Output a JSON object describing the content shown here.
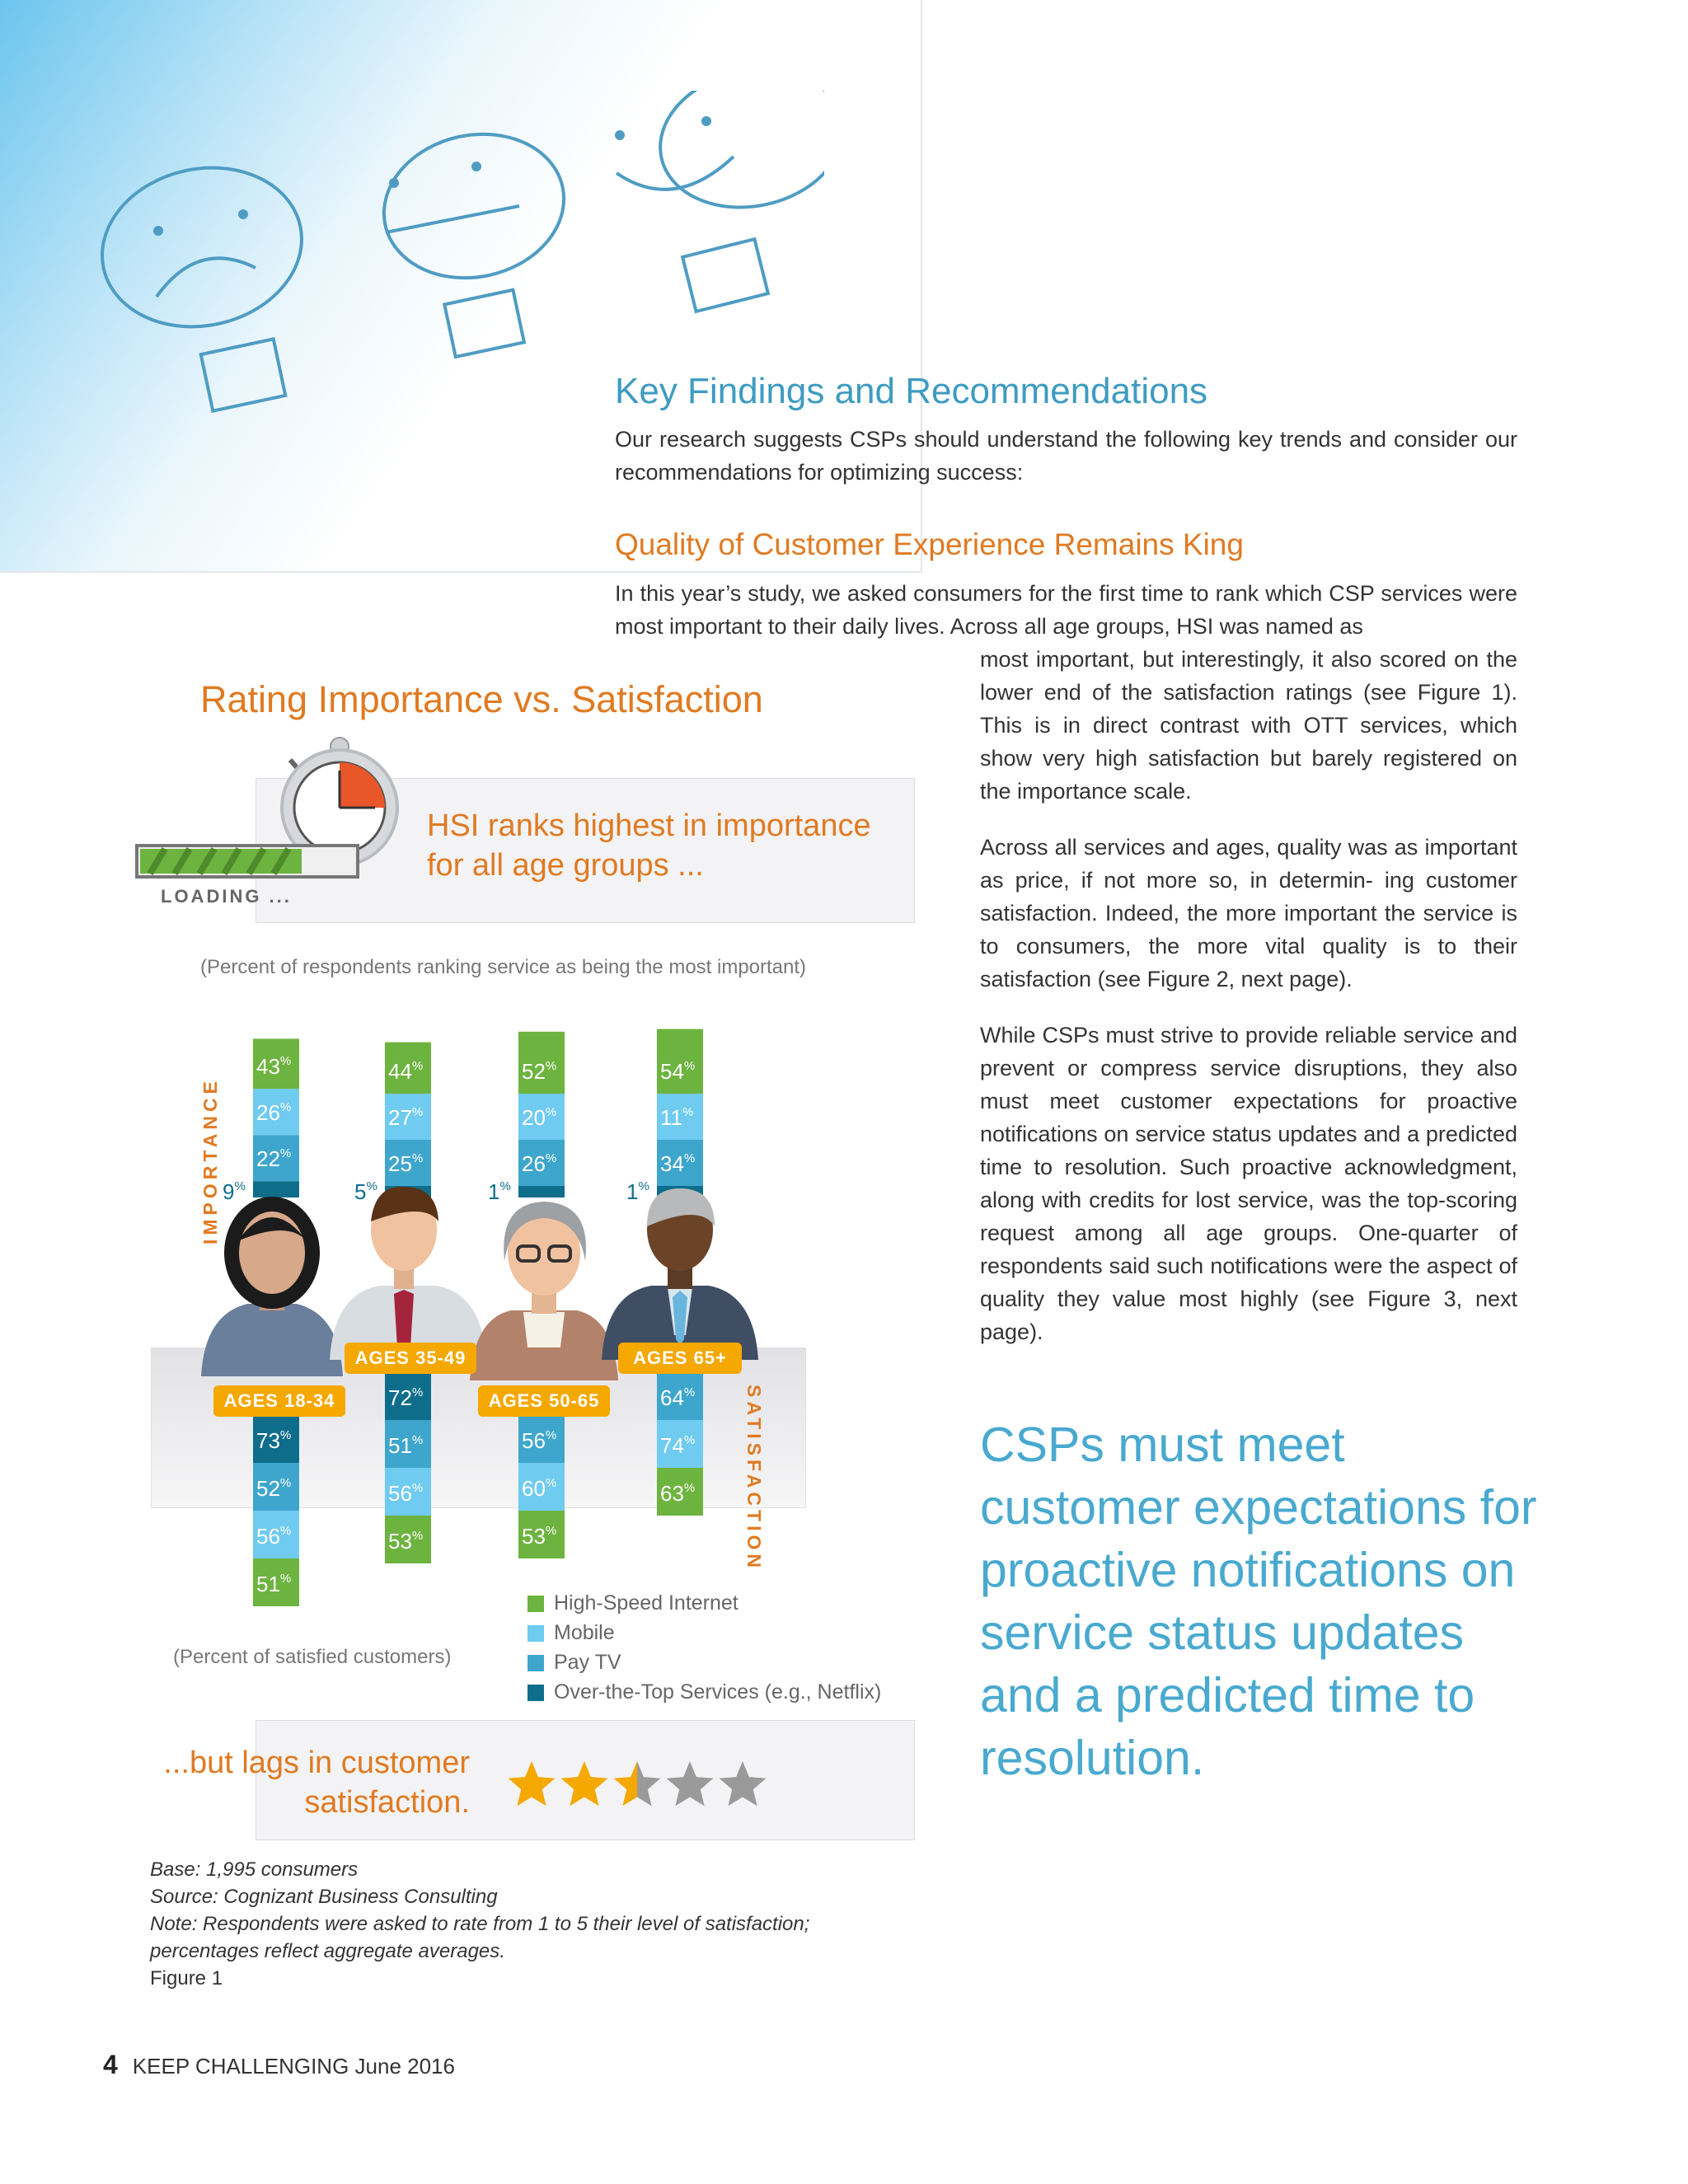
{
  "colors": {
    "hsi": "#6db33f",
    "mobile": "#6fcbef",
    "paytv": "#3ea6cc",
    "ott": "#0f6d8c",
    "accent_orange": "#e07a22",
    "accent_blue": "#3e9bc1"
  },
  "hero": {
    "icons": [
      "sad-face-icon",
      "neutral-face-icon",
      "happy-face-icon"
    ]
  },
  "article": {
    "title": "Key Findings and Recommendations",
    "intro": "Our research suggests CSPs should understand the following key trends and consider our recommendations for optimizing success:",
    "subhead": "Quality of Customer Experience Remains King",
    "p1_wide": "In this year’s study, we asked consumers for the first time to rank which CSP services were most important to their daily lives. Across all age groups, HSI was named as",
    "p1_narrow": "most important, but interestingly, it also scored on the lower end of the satisfaction ratings (see Figure 1). This is in direct contrast with OTT services, which show very high satisfaction but barely registered on the importance scale.",
    "p2": "Across all services and ages, quality was as important as price, if not more so, in determin- ing customer satisfaction. Indeed, the more important the service is to consumers, the more vital quality is to their satisfaction (see Figure 2, next page).",
    "p3": "While CSPs must strive to provide reliable service and prevent or compress service disruptions, they also must meet customer expectations for proactive notifications on service status updates and a predicted time to resolution. Such proactive acknowledgment, along with credits for lost service, was the top-scoring request among all age groups. One-quarter of respondents said such notifications were the aspect of quality they value most highly (see Figure 3, next page)."
  },
  "pullquote": "CSPs must meet customer expectations for proactive notifications on service status updates and a predicted time to resolution.",
  "figure": {
    "title": "Rating Importance vs. Satisfaction",
    "callout_top": "HSI ranks highest in importance for all age groups ...",
    "loading_label": "LOADING ...",
    "importance_caption": "(Percent of respondents ranking service as being the most important)",
    "satisfaction_caption": "(Percent of satisfied customers)",
    "importance_axis": "IMPORTANCE",
    "satisfaction_axis": "SATISFACTION",
    "callout_bottom": "...but lags in customer satisfaction.",
    "rating_stars": 2.5,
    "rating_max": 5
  },
  "chart_data": {
    "type": "bar",
    "categories": [
      "AGES 18-34",
      "AGES 35-49",
      "AGES 50-65",
      "AGES 65+"
    ],
    "unit": "%",
    "importance": {
      "series": [
        {
          "name": "High-Speed Internet",
          "values": [
            43,
            44,
            52,
            54
          ]
        },
        {
          "name": "Mobile",
          "values": [
            26,
            27,
            20,
            11
          ]
        },
        {
          "name": "Pay TV",
          "values": [
            22,
            25,
            26,
            34
          ]
        },
        {
          "name": "Over-the-Top Services (e.g., Netflix)",
          "values": [
            9,
            5,
            1,
            1
          ]
        }
      ]
    },
    "satisfaction": {
      "series": [
        {
          "name": "High-Speed Internet",
          "values": [
            51,
            53,
            53,
            63
          ]
        },
        {
          "name": "Mobile",
          "values": [
            56,
            56,
            60,
            74
          ]
        },
        {
          "name": "Pay TV",
          "values": [
            52,
            51,
            56,
            64
          ]
        },
        {
          "name": "Over-the-Top Services (e.g., Netflix)",
          "values": [
            73,
            72,
            null,
            null
          ]
        }
      ]
    }
  },
  "notes": {
    "base": "Base: 1,995 consumers",
    "source": "Source: Cognizant Business Consulting",
    "note": "Note: Respondents were asked to rate from 1 to 5 their level of satisfaction; percentages reflect aggregate averages.",
    "figure": "Figure 1"
  },
  "footer": {
    "page_number": "4",
    "publication": "KEEP CHALLENGING June 2016"
  }
}
